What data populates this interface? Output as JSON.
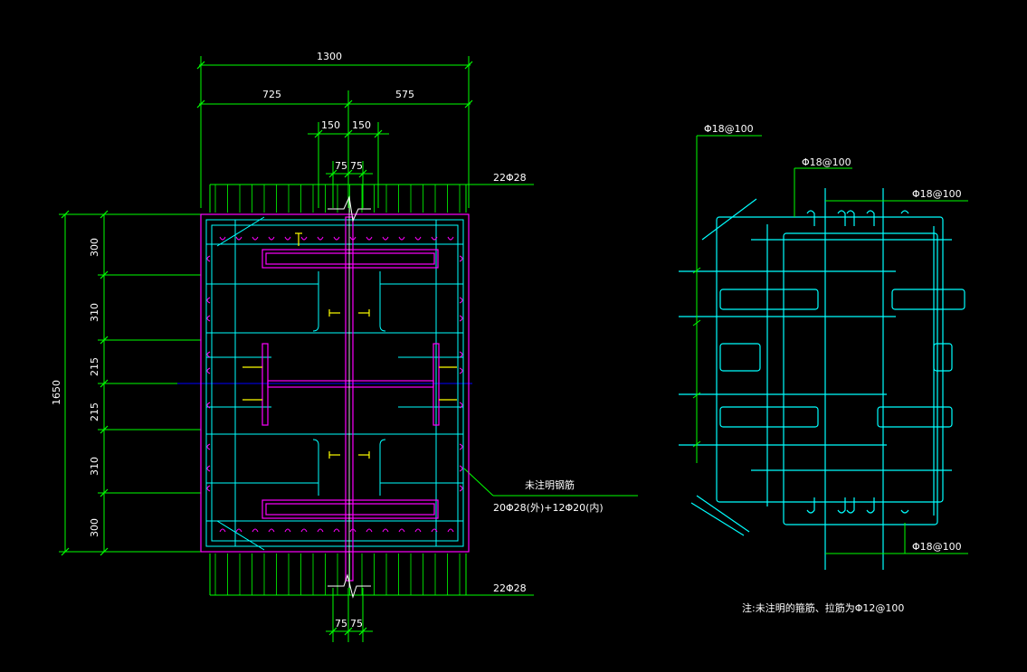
{
  "colors": {
    "background": "#000000",
    "dimension": "#00ff00",
    "rebar": "#00ffff",
    "steel": "#ff00ff",
    "stud": "#ffff00",
    "axis": "#0000ff",
    "text": "#ffffff"
  },
  "left_section": {
    "dims_top": {
      "overall": "1300",
      "left_part": "725",
      "right_part": "575",
      "web_left": "150",
      "web_right": "150",
      "flange_left": "75",
      "flange_right": "75"
    },
    "dims_bottom": {
      "flange_left": "75",
      "flange_right": "75"
    },
    "dims_left": {
      "overall": "1650",
      "segments": [
        "300",
        "310",
        "215",
        "215",
        "310",
        "300"
      ]
    },
    "labels": {
      "top_bars": "22Φ28",
      "bottom_bars": "22Φ28",
      "note_title": "未注明钢筋",
      "note_detail": "20Φ28(外)+12Φ20(内)"
    }
  },
  "right_detail": {
    "labels": {
      "stirrup_a": "Φ18@100",
      "stirrup_b": "Φ18@100",
      "stirrup_c": "Φ18@100",
      "stirrup_d": "Φ18@100"
    },
    "footnote": "注:未注明的箍筋、拉筋为Φ12@100"
  }
}
